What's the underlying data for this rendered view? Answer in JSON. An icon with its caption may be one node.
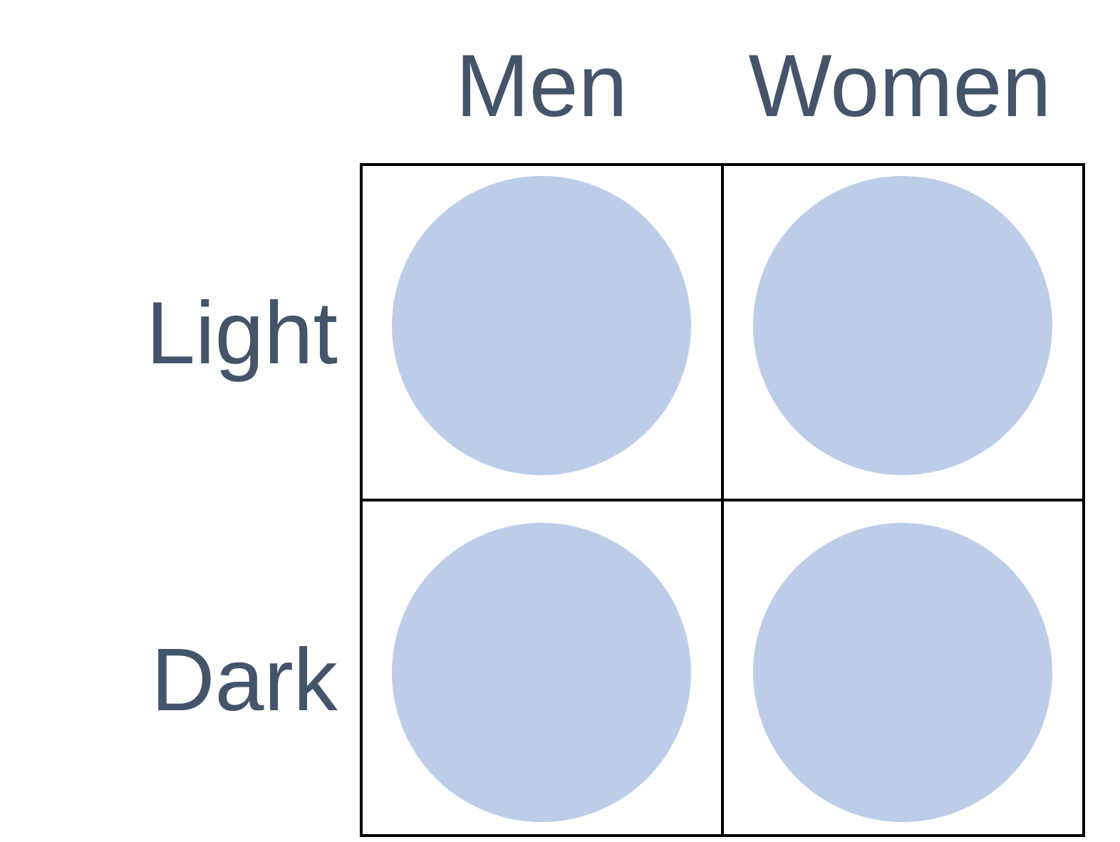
{
  "diagram": {
    "nodes": [
      {
        "text": [],
        "shape": "circle"
      },
      {
        "text": [],
        "shape": "circle"
      },
      {
        "text": [],
        "shape": "circle"
      },
      {
        "text": [],
        "shape": "circle"
      }
    ],
    "labels": [
      "Men",
      "Women",
      "Light",
      "Dark"
    ]
  }
}
